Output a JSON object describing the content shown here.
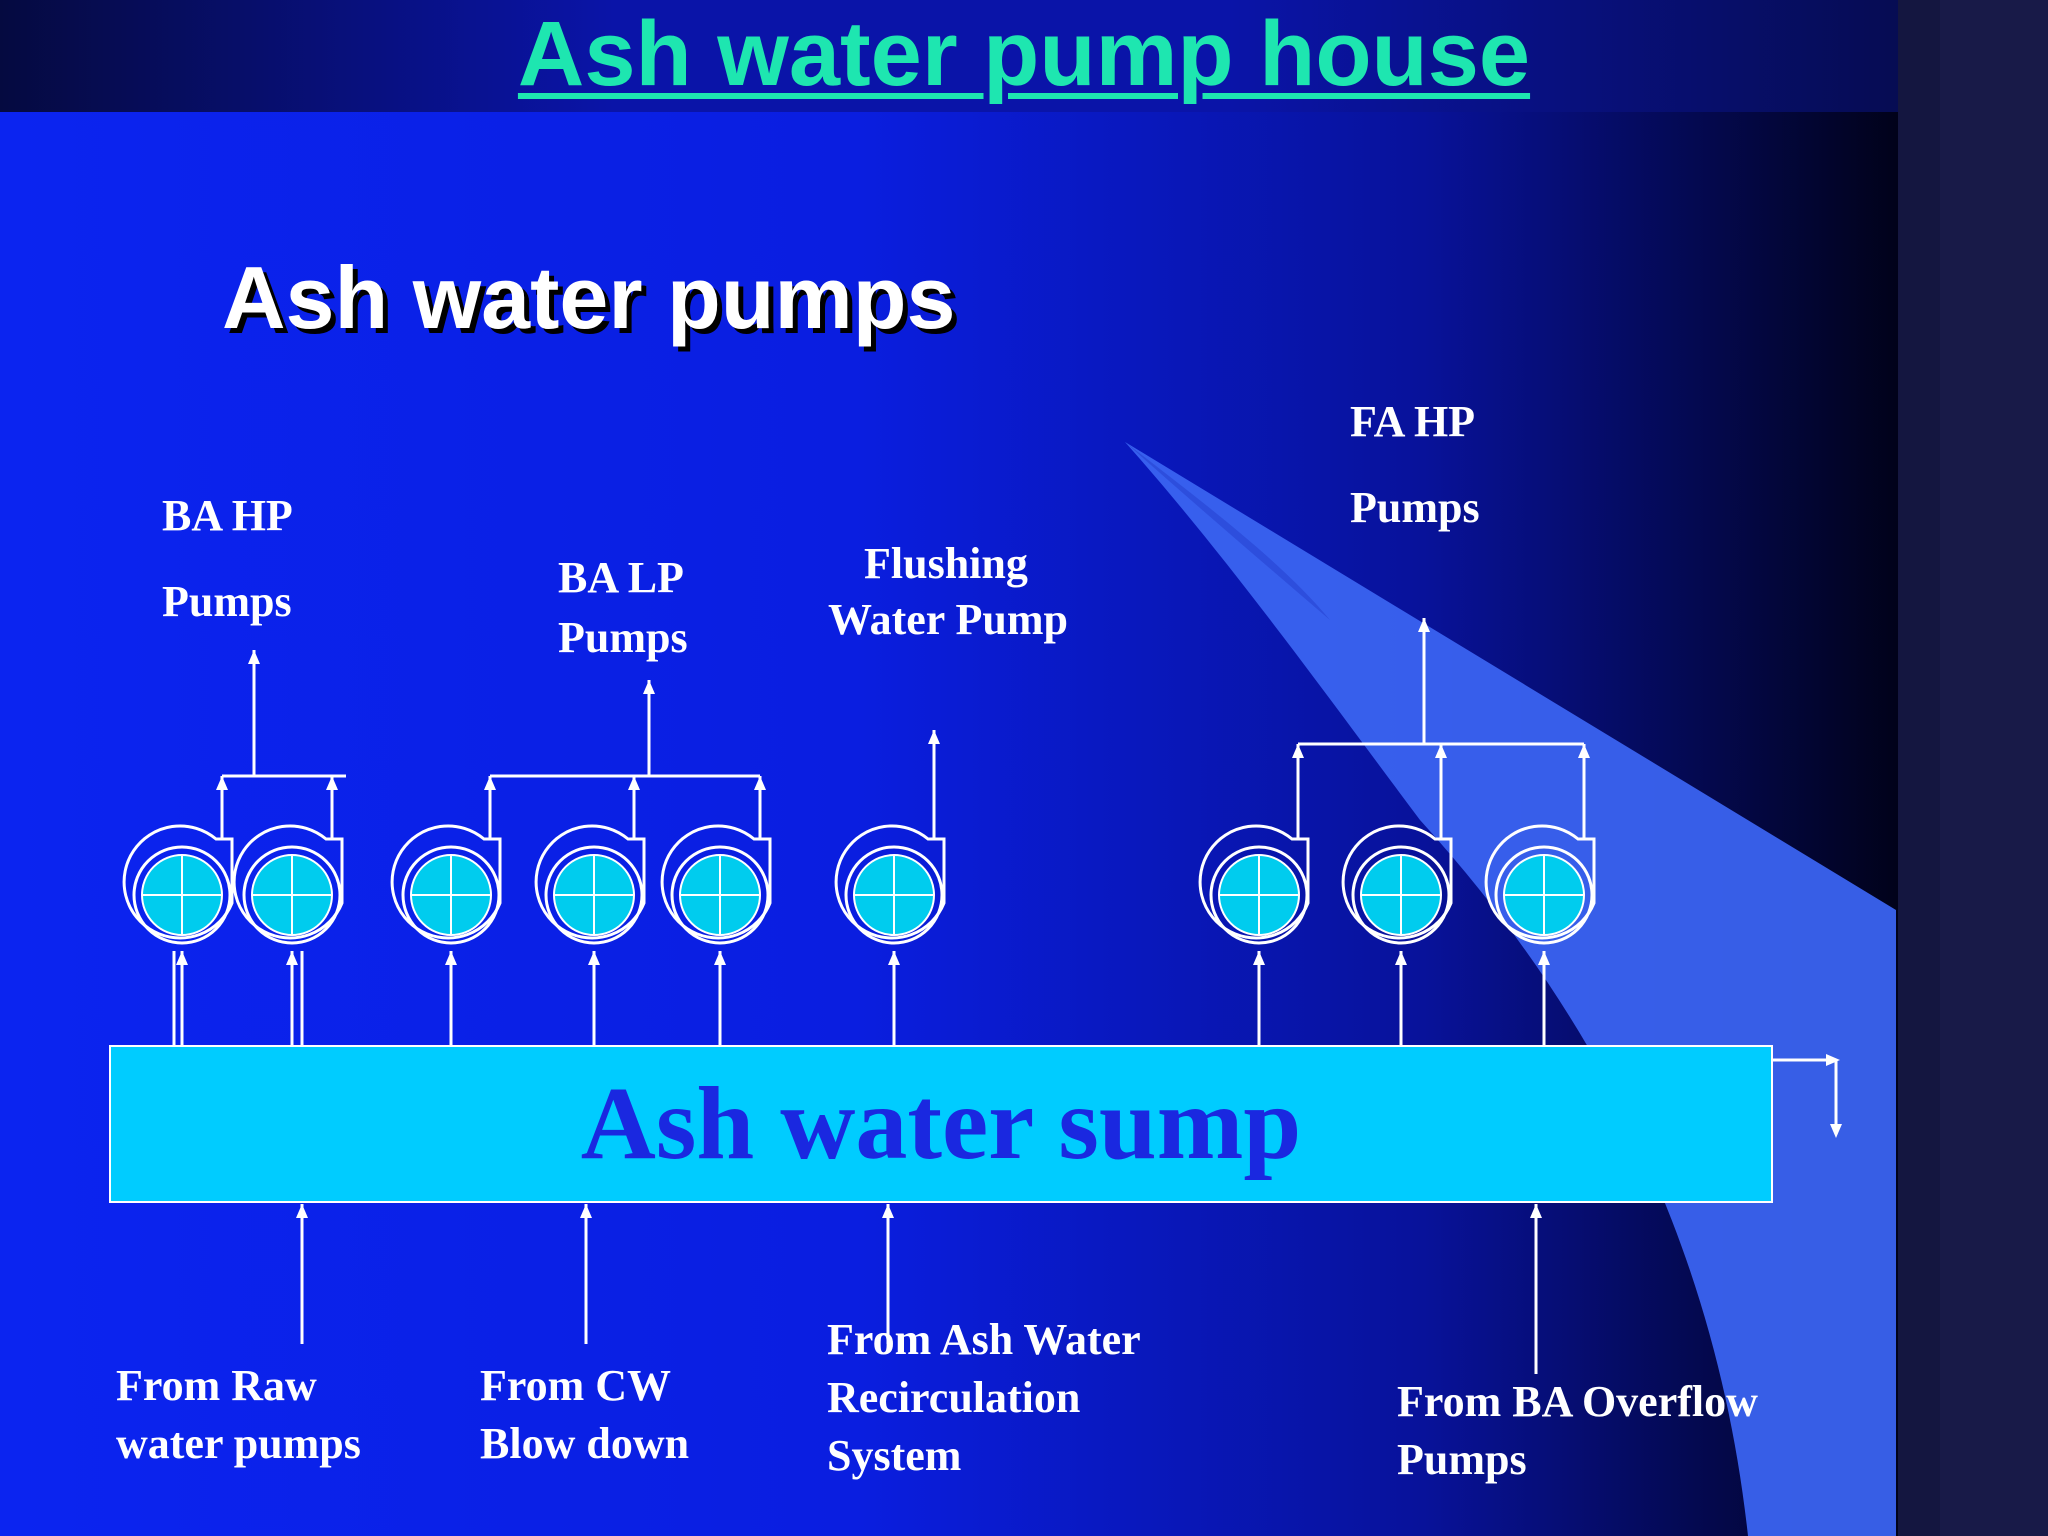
{
  "title": "Ash water pump house",
  "subtitle": "Ash water pumps",
  "sump": {
    "label": "Ash water sump"
  },
  "outlets": {
    "ba_hp": {
      "line1": "BA HP",
      "line2": "Pumps"
    },
    "ba_lp": {
      "line1": "BA LP",
      "line2": "Pumps"
    },
    "flushing": {
      "line1": "Flushing",
      "line2": "Water Pump"
    },
    "fa_hp": {
      "line1": "FA HP",
      "line2": "Pumps"
    }
  },
  "inlets": {
    "raw_water": {
      "line1": "From Raw",
      "line2": "water pumps"
    },
    "cw_blowdown": {
      "line1": "From CW",
      "line2": "Blow down"
    },
    "recirculation": {
      "line1": "From Ash Water",
      "line2": "Recirculation",
      "line3": "System"
    },
    "ba_overflow": {
      "line1": "From  BA Overflow",
      "line2": "Pumps"
    }
  },
  "colors": {
    "title": "#1ee6b0",
    "sump_fill": "#00ccff",
    "sump_text": "#1a28e0",
    "pump_fill": "#00ccee",
    "background_blue": "#0a1ee6"
  }
}
